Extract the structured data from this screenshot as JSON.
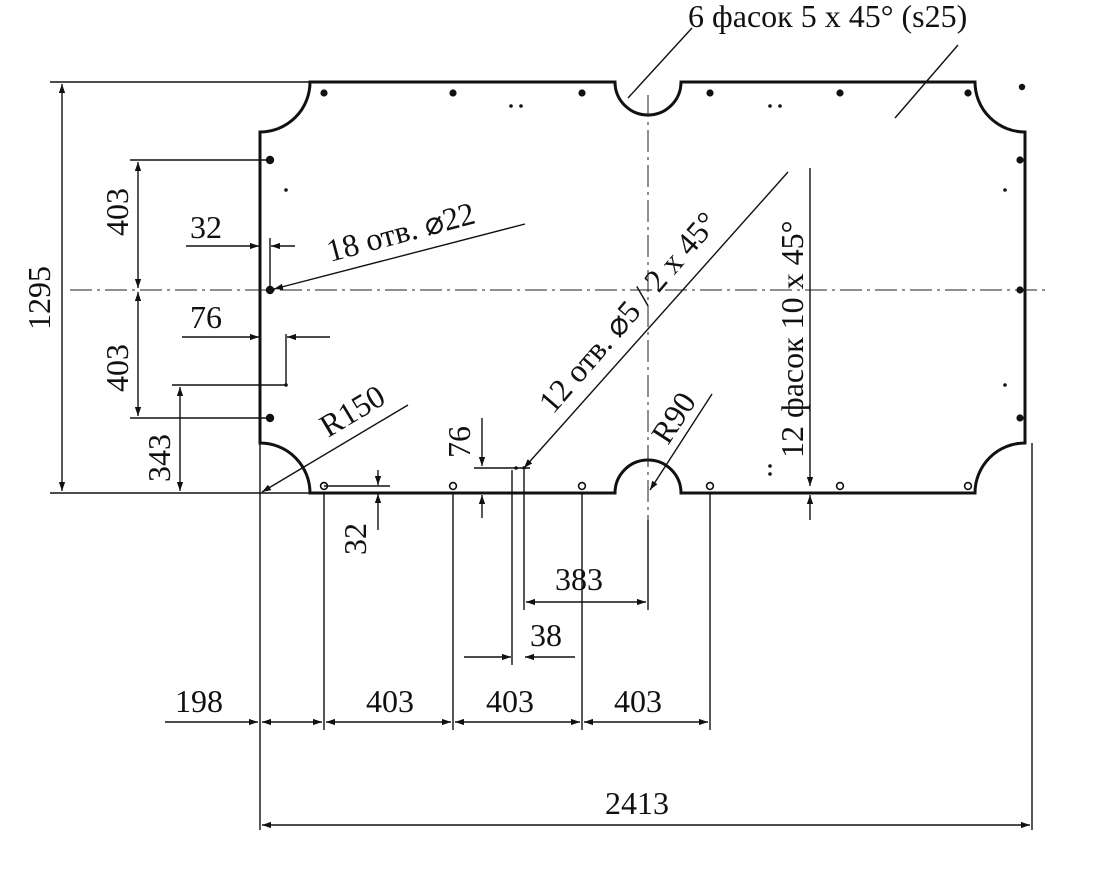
{
  "drawing": {
    "background": "#ffffff",
    "ink_color": "#111111",
    "labels": {
      "chamfers_top": "6 фасок 5 х 45°  (s25)",
      "dim_1295": "1295",
      "dim_403_upper": "403",
      "dim_403_lower": "403",
      "dim_32_left": "32",
      "holes_22": "18 отв. ⌀22",
      "dim_76_left": "76",
      "dim_343": "343",
      "radius_150": "R150",
      "dim_76_bottom": "76",
      "dim_32_bottom": "32",
      "holes_5": "12 отв. ⌀5 / 2 х 45°",
      "radius_90": "R90",
      "chamfers_side": "12 фасок 10 х 45°",
      "dim_383": "383",
      "dim_38": "38",
      "dim_198": "198",
      "dim_403_a": "403",
      "dim_403_b": "403",
      "dim_403_c": "403",
      "dim_2413": "2413"
    }
  }
}
